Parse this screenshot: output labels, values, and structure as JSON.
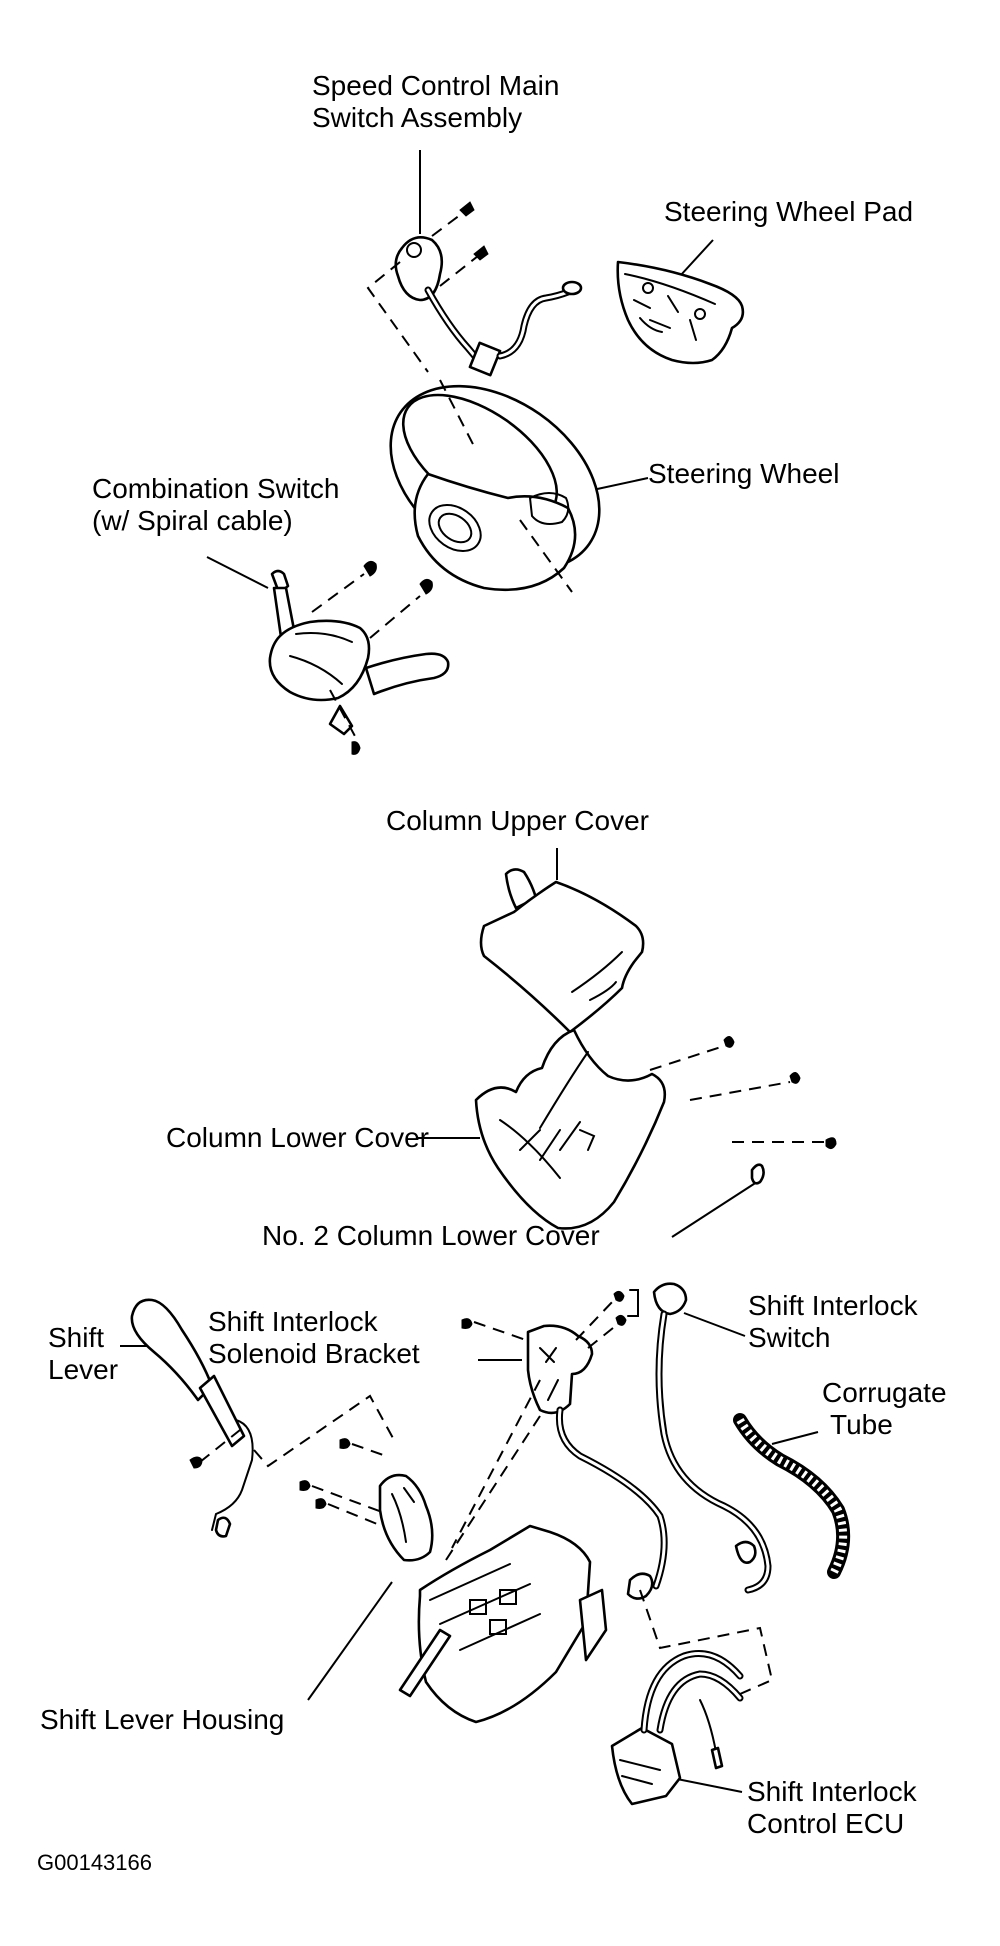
{
  "diagram": {
    "title": "Steering Column and Shift Lock Components (Exploded View)",
    "figure_id": "G00143166",
    "labels": {
      "speed_control_switch": [
        "Speed Control Main",
        "Switch Assembly"
      ],
      "steering_wheel_pad": [
        "Steering Wheel Pad"
      ],
      "steering_wheel": [
        "Steering Wheel"
      ],
      "combination_switch": [
        "Combination Switch",
        "(w/ Spiral cable)"
      ],
      "column_upper_cover": [
        "Column Upper Cover"
      ],
      "column_lower_cover": [
        "Column Lower Cover"
      ],
      "no2_column_lower_cover": [
        "No. 2 Column Lower Cover"
      ],
      "shift_lever": [
        "Shift",
        "Lever"
      ],
      "solenoid_bracket": [
        "Shift Interlock",
        "Solenoid Bracket"
      ],
      "shift_interlock_switch": [
        "Shift Interlock",
        "Switch"
      ],
      "corrugate_tube": [
        "Corrugate",
        "Tube"
      ],
      "shift_lever_housing": [
        "Shift Lever Housing"
      ],
      "shift_interlock_ecu": [
        "Shift Interlock",
        "Control ECU"
      ]
    }
  }
}
